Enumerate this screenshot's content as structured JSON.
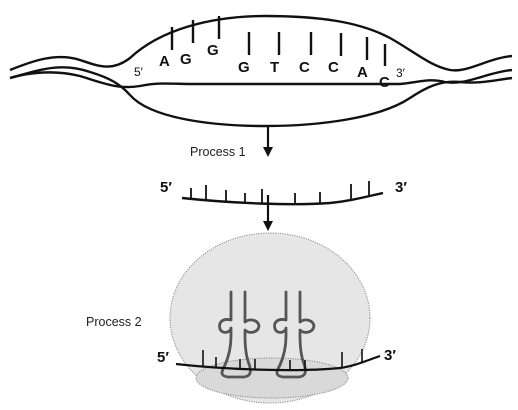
{
  "dna": {
    "top_bases": [
      "A",
      "G",
      "G"
    ],
    "bottom_bases": [
      "G",
      "T",
      "C",
      "C",
      "A",
      "C"
    ],
    "five_prime": "5′",
    "three_prime": "3′"
  },
  "process1": {
    "label": "Process 1"
  },
  "mrna": {
    "five_prime": "5′",
    "three_prime": "3′"
  },
  "process2": {
    "label": "Process 2"
  },
  "ribosome_strand": {
    "five_prime": "5′",
    "three_prime": "3′"
  }
}
